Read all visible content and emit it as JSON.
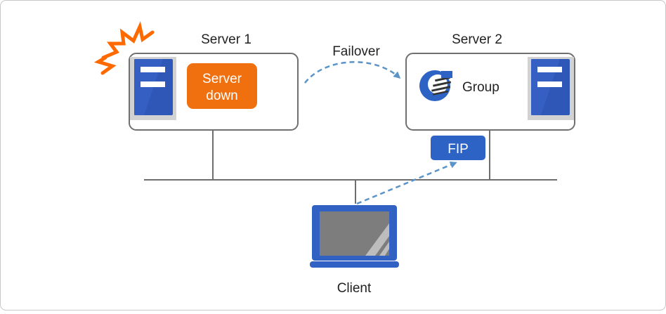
{
  "server1": {
    "label": "Server 1",
    "status_line1": "Server",
    "status_line2": "down"
  },
  "server2": {
    "label": "Server 2",
    "group_label": "Group"
  },
  "failover": {
    "label": "Failover"
  },
  "fip": {
    "label": "FIP"
  },
  "client": {
    "label": "Client"
  },
  "colors": {
    "frame": "#c8c8c8",
    "box_stroke": "#707070",
    "line": "#6e6e6e",
    "server_blue": "#2e57b8",
    "server_face": "#3a64c8",
    "server_panel": "#d2d2d2",
    "status_orange": "#f07010",
    "burst_orange": "#ff6a00",
    "arrow_blue": "#5a94c8",
    "fip_blue": "#2e63c6",
    "laptop_blue": "#3261c4",
    "laptop_screen": "#7d7d7d",
    "text": "#222222"
  }
}
